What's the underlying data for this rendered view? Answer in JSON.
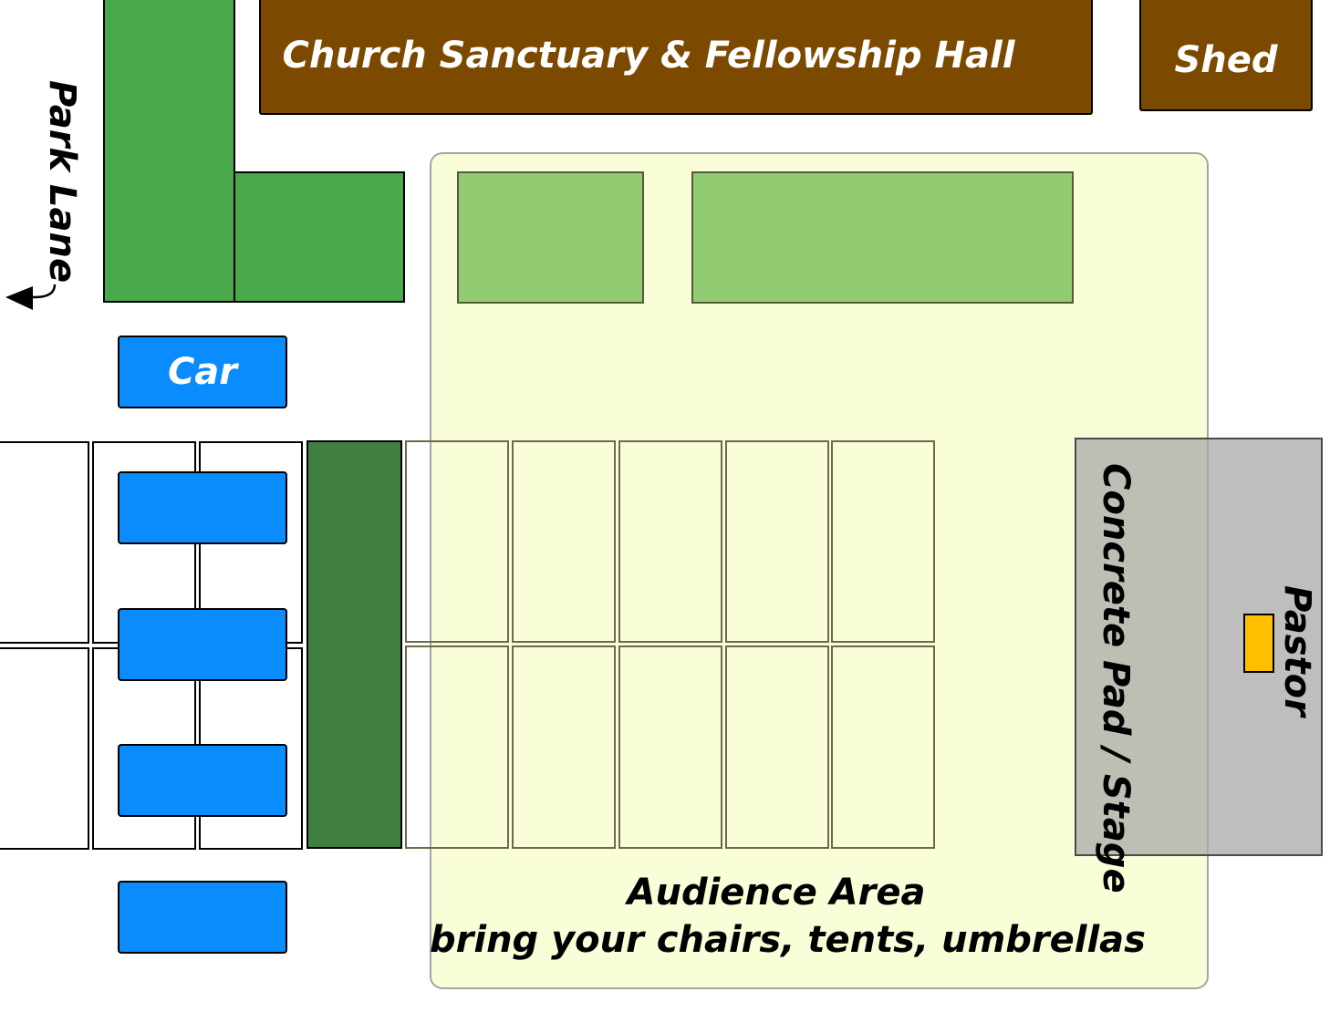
{
  "buildings": {
    "sanctuary": "Church Sanctuary & Fellowship Hall",
    "shed": "Shed"
  },
  "road": {
    "name": "Park Lane",
    "arrow_icon": "arrow-left-icon"
  },
  "parking": {
    "car_label": "Car"
  },
  "audience": {
    "title": "Audience Area",
    "subtitle": "bring your chairs, tents, umbrellas"
  },
  "stage": {
    "label": "Concrete Pad / Stage"
  },
  "pastor": {
    "label": "Pastor",
    "color": "#ffbf00"
  },
  "colors": {
    "building": "#7b4a00",
    "car": "#0a8cff",
    "audience_area": "#fafedb",
    "stage": "#bdbdbd",
    "planting": "#4aa94a",
    "garden_bed": "#92cc72",
    "hedge": "#407f3f"
  }
}
